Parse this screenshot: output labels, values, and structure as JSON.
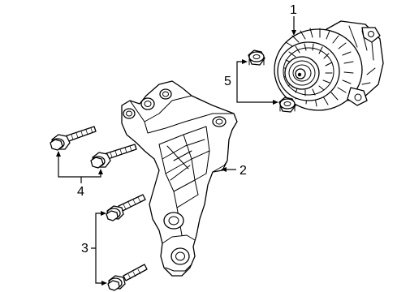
{
  "callouts": {
    "alternator": "1",
    "bracket": "2",
    "lower_bolts": "3",
    "upper_bolts": "4",
    "nuts": "5"
  }
}
